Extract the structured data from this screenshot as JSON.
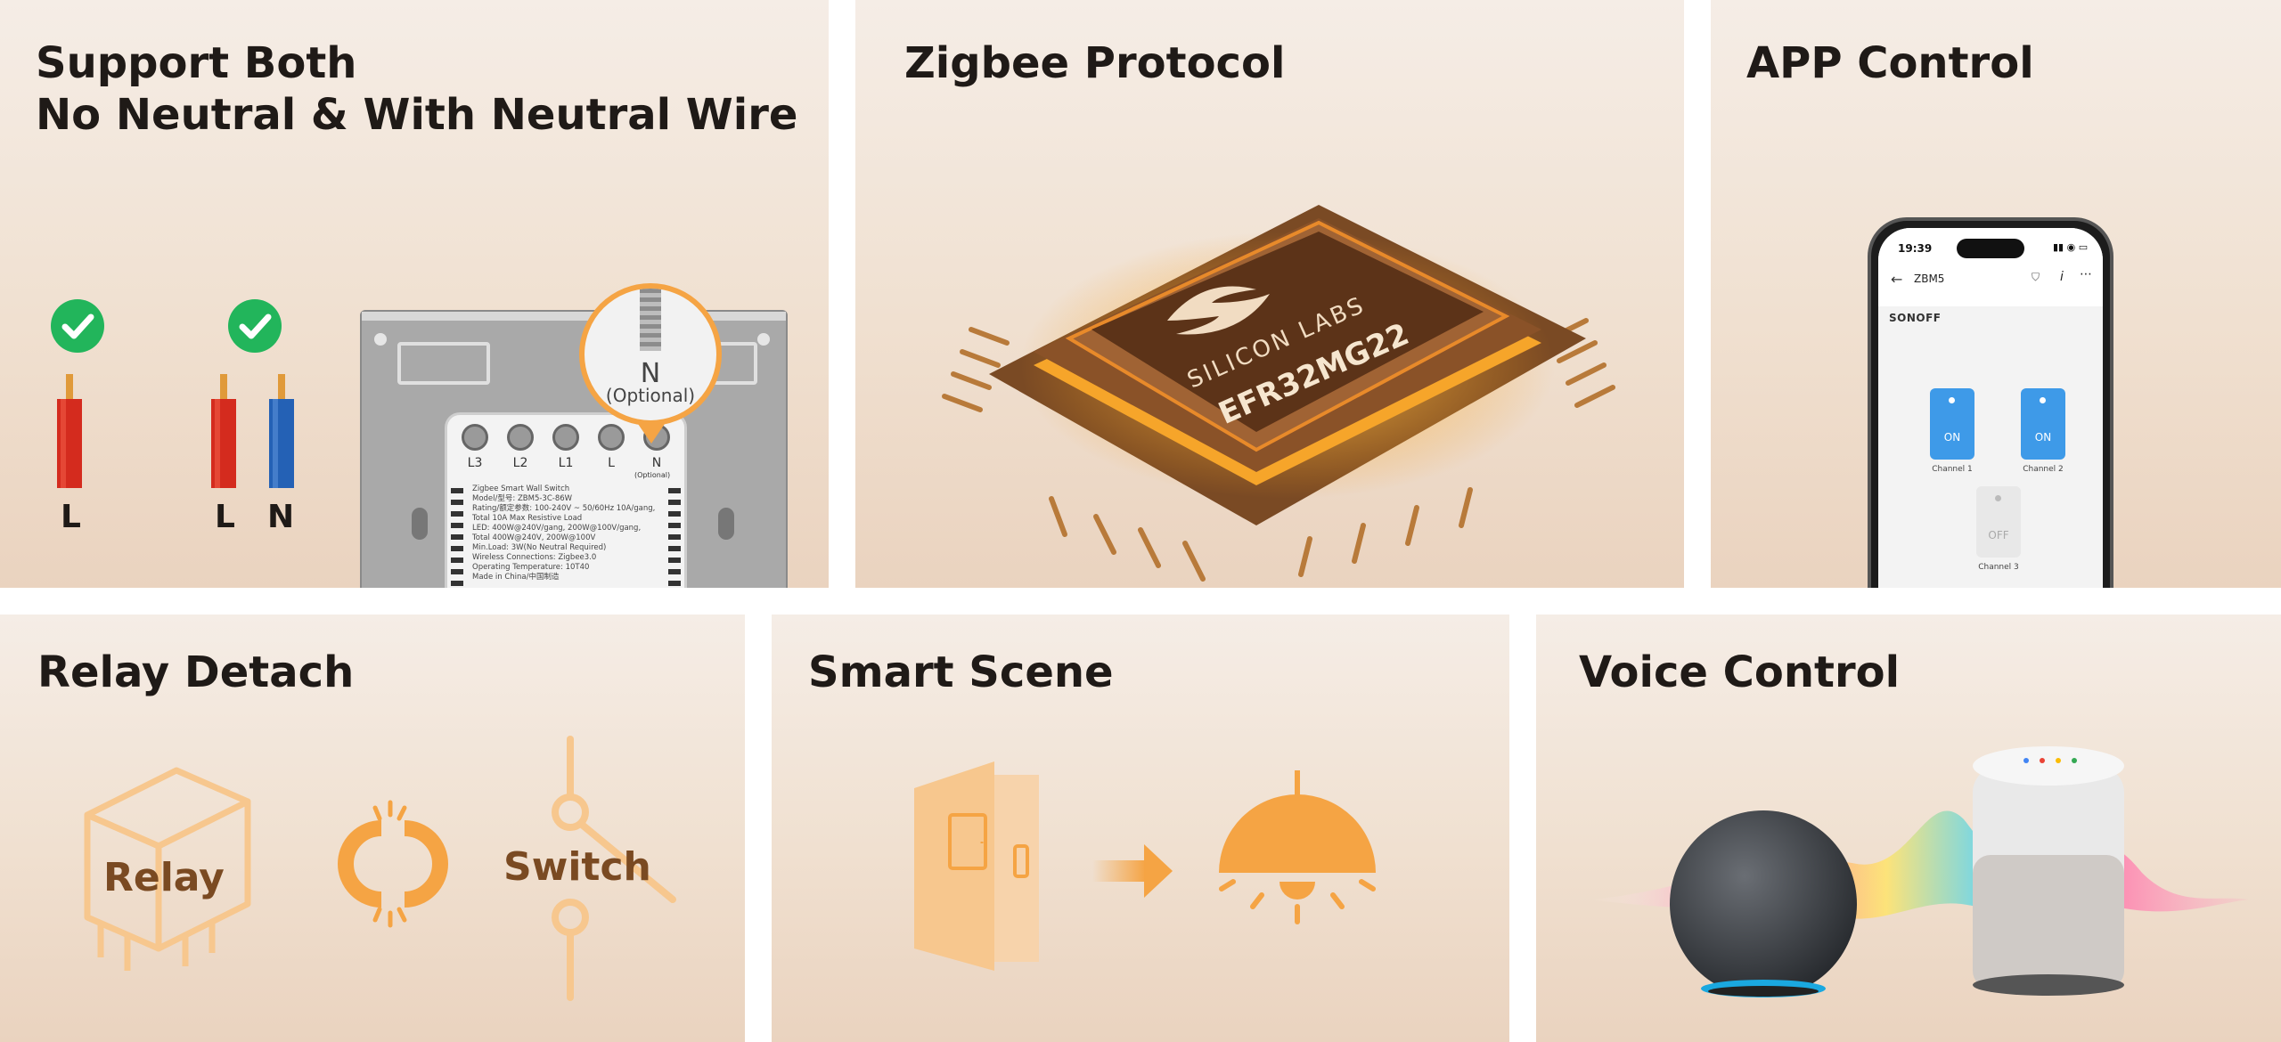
{
  "panels": {
    "neutral": {
      "title_line1": "Support Both",
      "title_line2": "No Neutral & With Neutral Wire",
      "wire_left_label": "L",
      "wire_right_labels": [
        "L",
        "N"
      ],
      "callout_label": "N",
      "callout_sub": "(Optional)",
      "terminal_labels": [
        "L3",
        "L2",
        "L1",
        "L",
        "N"
      ],
      "terminal_n_sub": "(Optional)",
      "device_label_lines": [
        "Zigbee Smart Wall Switch",
        "Model/型号: ZBM5-3C-86W",
        "Rating/额定参数: 100-240V ~ 50/60Hz 10A/gang,",
        "Total 10A Max Resistive Load",
        "LED: 400W@240V/gang, 200W@100V/gang,",
        "Total 400W@240V, 200W@100V",
        "Min.Load: 3W(No Neutral Required)",
        "Wireless Connections: Zigbee3.0",
        "Operating Temperature: 10T40",
        "Made in China/中国制造"
      ]
    },
    "zigbee": {
      "title": "Zigbee Protocol",
      "chip_brand": "SILICON LABS",
      "chip_model": "EFR32MG22"
    },
    "app": {
      "title": "APP Control",
      "status_time": "19:39",
      "screen_title": "ZBM5",
      "brand": "SONOFF",
      "channels": [
        {
          "state": "ON",
          "label": "Channel 1"
        },
        {
          "state": "ON",
          "label": "Channel 2"
        },
        {
          "state": "OFF",
          "label": "Channel 3"
        }
      ]
    },
    "relay": {
      "title": "Relay Detach",
      "relay_label": "Relay",
      "switch_label": "Switch"
    },
    "scene": {
      "title": "Smart Scene"
    },
    "voice": {
      "title": "Voice Control"
    }
  },
  "colors": {
    "accent_orange": "#f5a444",
    "light_orange": "#f7c78e",
    "brown_text": "#7a4a22",
    "check_green": "#22b55b",
    "wire_red": "#d42b1e",
    "wire_blue": "#2461b5",
    "app_button_blue": "#3e9ae8"
  }
}
